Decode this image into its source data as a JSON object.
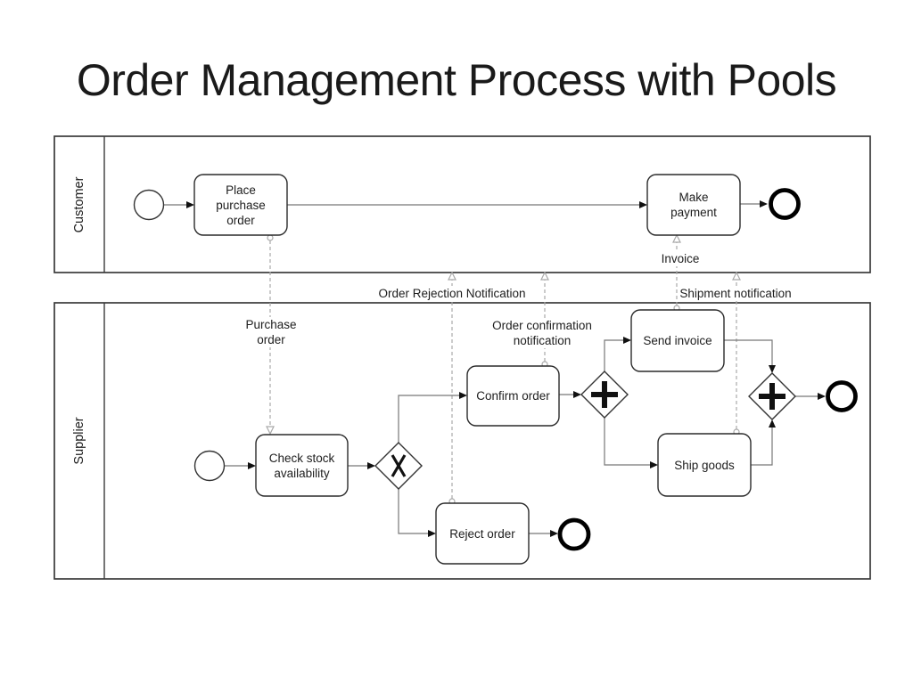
{
  "labels": {
    "title": "Order Management Process with Pools",
    "pool_customer": "Customer",
    "pool_supplier": "Supplier",
    "task_place_purchase_order": "Place\npurchase\norder",
    "task_make_payment": "Make\npayment",
    "task_check_stock": "Check stock\navailability",
    "task_confirm_order": "Confirm order",
    "task_reject_order": "Reject order",
    "task_send_invoice": "Send invoice",
    "task_ship_goods": "Ship goods",
    "msg_purchase_order": "Purchase\norder",
    "msg_order_rejection": "Order Rejection Notification",
    "msg_order_confirmation": "Order confirmation\nnotification",
    "msg_invoice": "Invoice",
    "msg_shipment": "Shipment notification"
  },
  "diagram": {
    "type": "BPMN collaboration diagram",
    "pools": [
      {
        "id": "customer",
        "label": "Customer",
        "nodes": [
          "start-event",
          "place-purchase-order",
          "make-payment",
          "end-event"
        ]
      },
      {
        "id": "supplier",
        "label": "Supplier",
        "nodes": [
          "start-event",
          "check-stock-availability",
          "exclusive-gateway-x",
          "confirm-order",
          "reject-order",
          "reject-end-event",
          "parallel-split-gateway",
          "send-invoice",
          "ship-goods",
          "parallel-join-gateway",
          "end-event"
        ]
      }
    ],
    "sequence_flows": [
      [
        "customer.start-event",
        "place-purchase-order"
      ],
      [
        "place-purchase-order",
        "make-payment"
      ],
      [
        "make-payment",
        "customer.end-event"
      ],
      [
        "supplier.start-event",
        "check-stock-availability"
      ],
      [
        "check-stock-availability",
        "exclusive-gateway-x"
      ],
      [
        "exclusive-gateway-x",
        "confirm-order"
      ],
      [
        "exclusive-gateway-x",
        "reject-order"
      ],
      [
        "reject-order",
        "reject-end-event"
      ],
      [
        "confirm-order",
        "parallel-split-gateway"
      ],
      [
        "parallel-split-gateway",
        "send-invoice"
      ],
      [
        "parallel-split-gateway",
        "ship-goods"
      ],
      [
        "send-invoice",
        "parallel-join-gateway"
      ],
      [
        "ship-goods",
        "parallel-join-gateway"
      ],
      [
        "parallel-join-gateway",
        "supplier.end-event"
      ]
    ],
    "message_flows": [
      {
        "from": "place-purchase-order",
        "to": "check-stock-availability",
        "label_key": "msg_purchase_order"
      },
      {
        "from": "reject-order",
        "to": "customer-pool",
        "label_key": "msg_order_rejection"
      },
      {
        "from": "confirm-order",
        "to": "customer-pool",
        "label_key": "msg_order_confirmation"
      },
      {
        "from": "send-invoice",
        "to": "make-payment",
        "label_key": "msg_invoice"
      },
      {
        "from": "ship-goods",
        "to": "customer-pool",
        "label_key": "msg_shipment"
      }
    ],
    "colors": {
      "background": "#ffffff",
      "ink": "#1d1d1d",
      "pool_border": "#3a3a3a",
      "task_border": "#2a2a2a",
      "sequence_flow": "#777777",
      "arrowhead": "#111111",
      "message_flow": "#a9a9a9"
    }
  }
}
